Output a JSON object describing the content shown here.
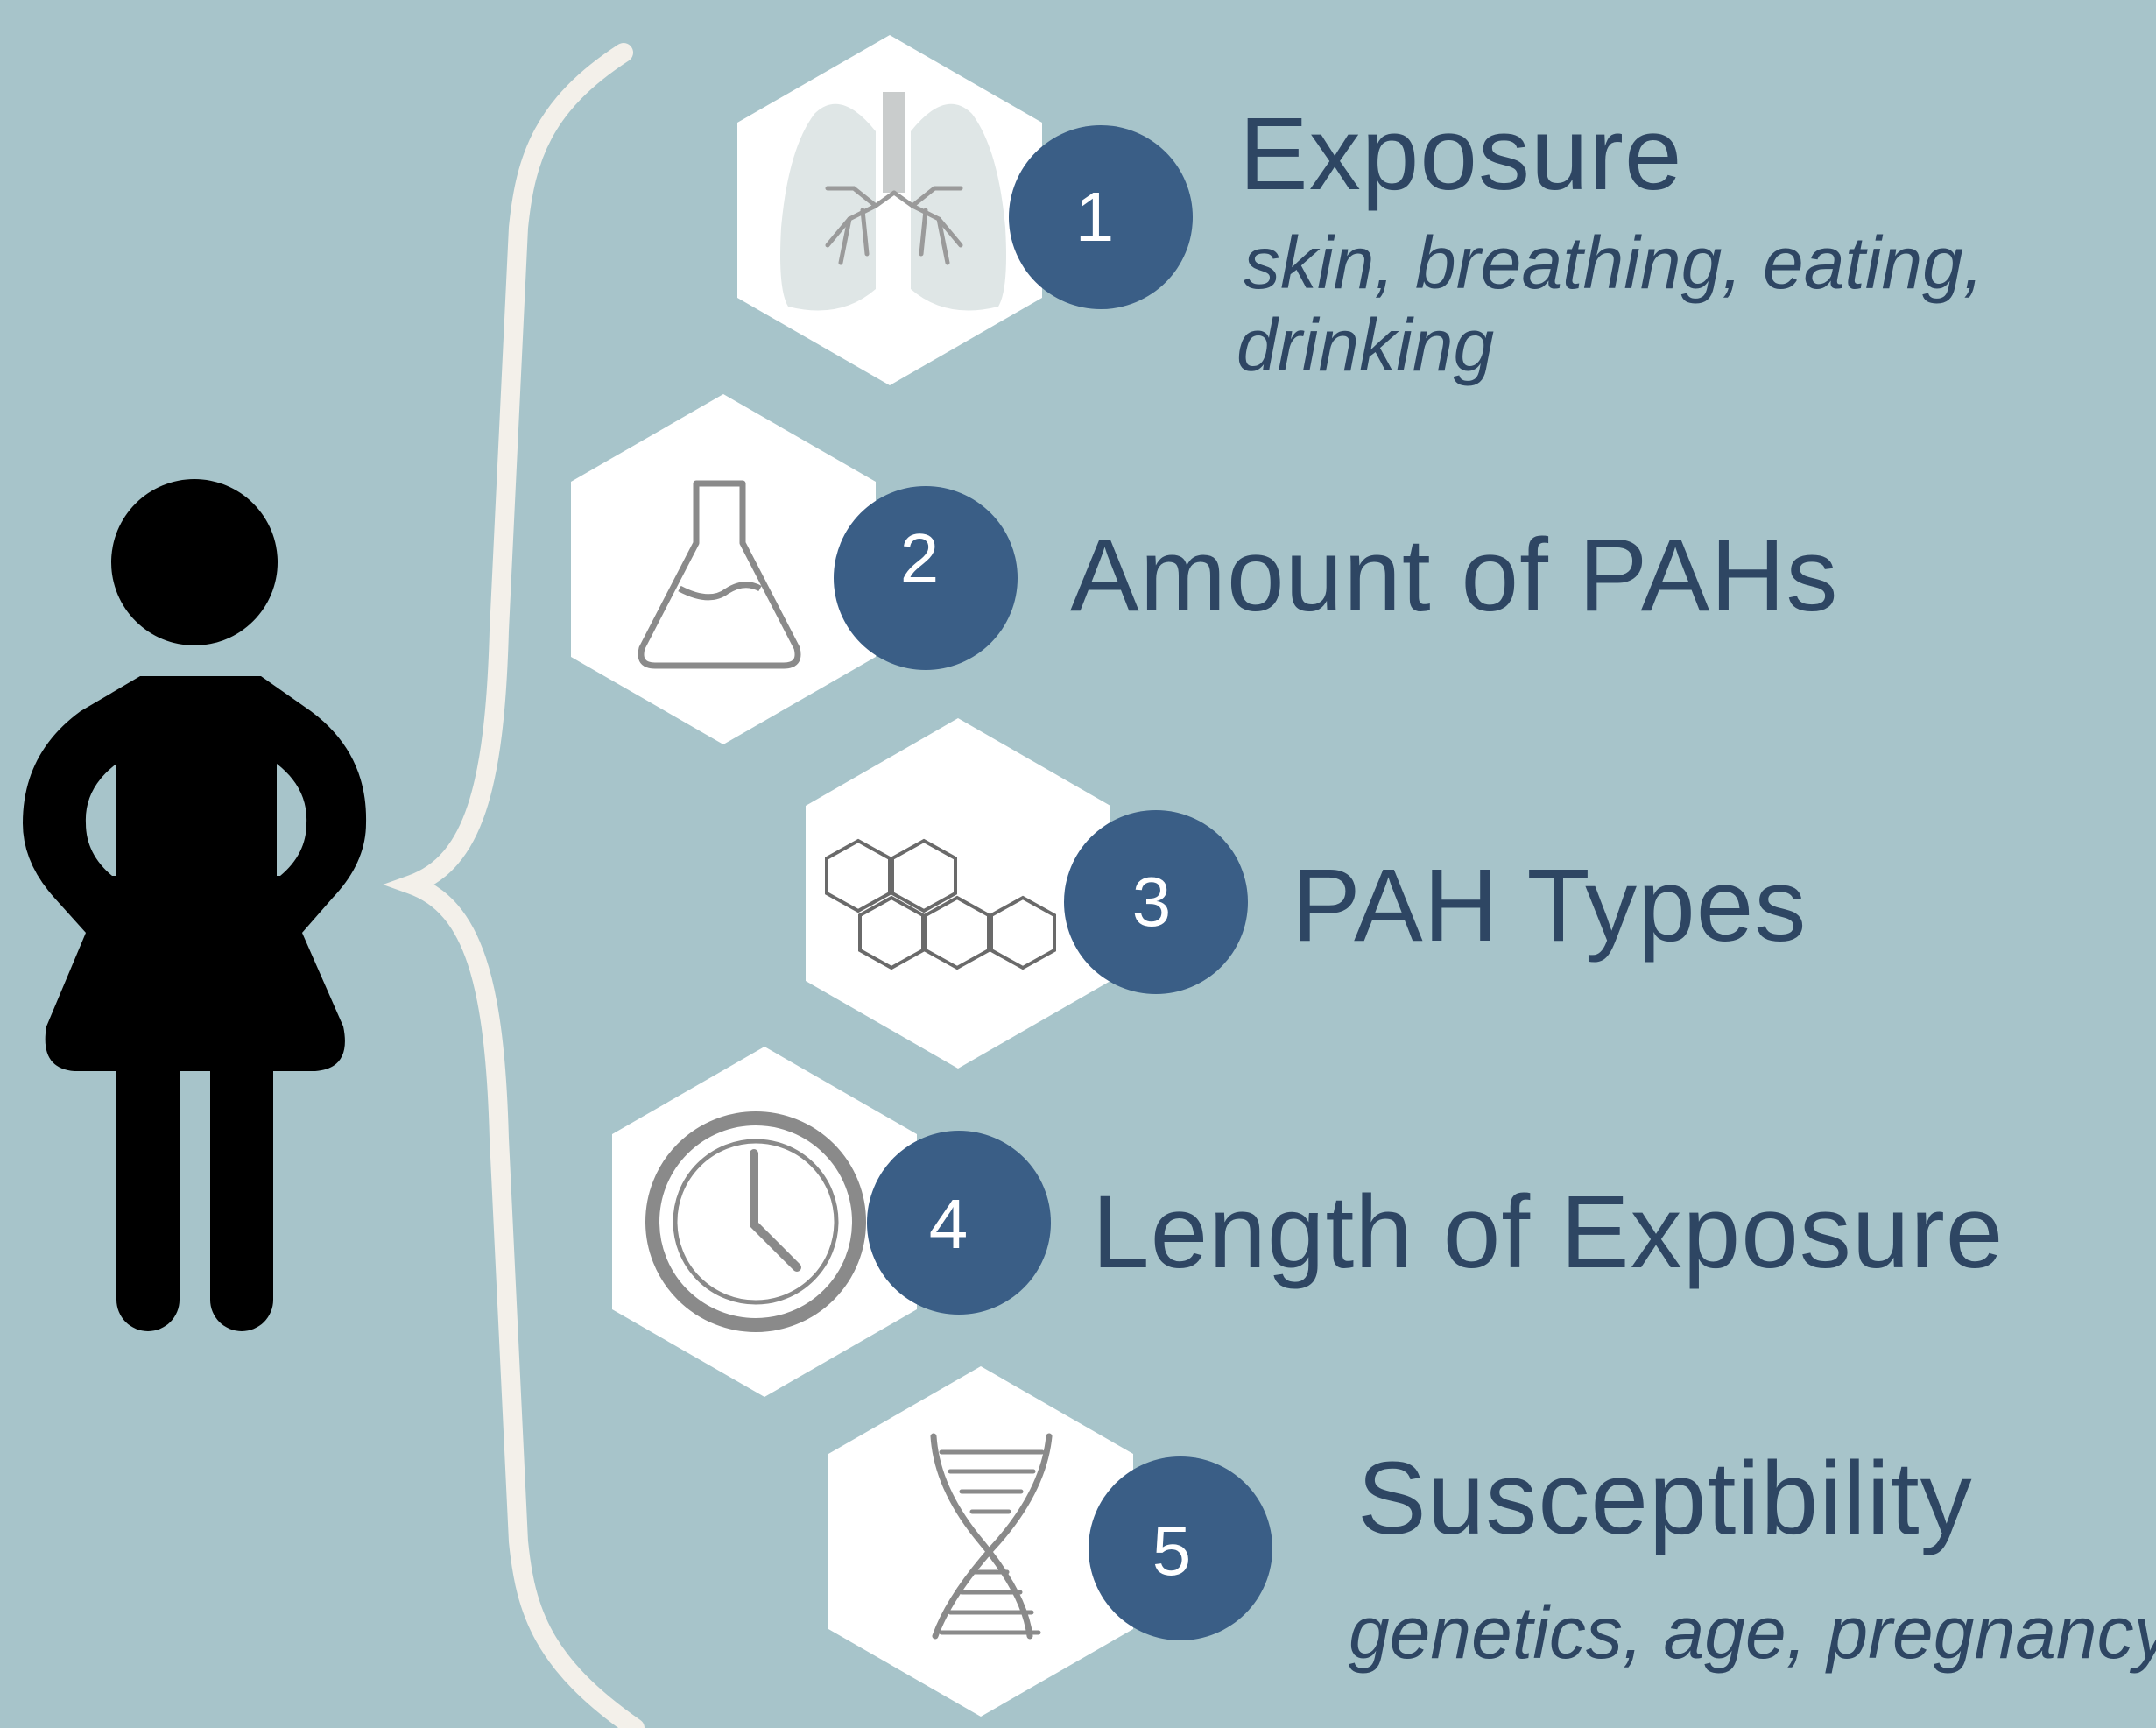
{
  "colors": {
    "background": "#a7c4ca",
    "badge": "#3a5e86",
    "text": "#2e4663",
    "hexagon": "#ffffff",
    "icon": "#8a8a8a",
    "brace": "#f3f0ea",
    "person": "#000000"
  },
  "items": [
    {
      "number": "1",
      "title": "Exposure",
      "subtitle_line1": "skin, breathing, eating,",
      "subtitle_line2": "drinking",
      "icon": "lungs-icon"
    },
    {
      "number": "2",
      "title": "Amount of PAHs",
      "icon": "flask-icon"
    },
    {
      "number": "3",
      "title": "PAH Types",
      "icon": "hexagon-rings-icon"
    },
    {
      "number": "4",
      "title": "Length of Exposure",
      "icon": "clock-icon"
    },
    {
      "number": "5",
      "title": "Susceptibility",
      "subtitle_line1": "genetics, age, pregnancy",
      "icon": "dna-icon"
    }
  ]
}
